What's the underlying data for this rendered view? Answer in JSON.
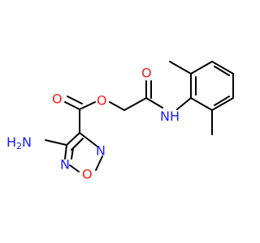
{
  "colors": {
    "bond": "#000000",
    "nitrogen": "#1a1aff",
    "oxygen": "#ff1a1a"
  },
  "atoms": {
    "amine": "H2N",
    "amine_H": "H",
    "amine_sub": "2",
    "amine_N": "N",
    "ring_N_top": "N",
    "ring_N_bottom": "N",
    "ring_O": "O",
    "carbonyl_O_left": "O",
    "ester_O": "O",
    "carbonyl_O_right": "O",
    "amide_N": "N",
    "amide_H": "H"
  }
}
